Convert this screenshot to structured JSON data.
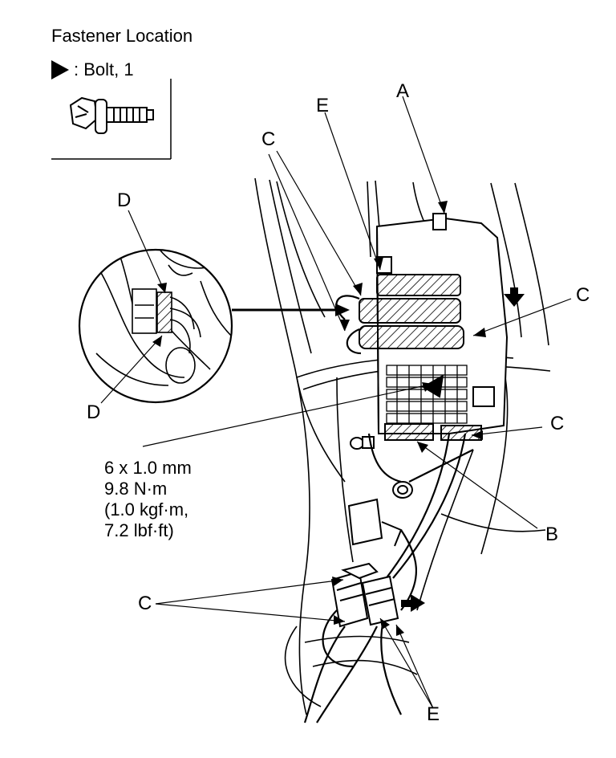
{
  "header": {
    "title": "Fastener Location",
    "legend_text": ": Bolt, 1"
  },
  "callouts": {
    "A": "A",
    "B": "B",
    "C": "C",
    "D": "D",
    "E": "E"
  },
  "torque_spec": {
    "size": "6 x 1.0 mm",
    "torque_nm": "9.8 N·m",
    "torque_kgf": "(1.0 kgf·m,",
    "torque_lbf": "7.2 lbf·ft)"
  },
  "icons": [
    "bolt-icon",
    "triangle-marker-icon",
    "arrow-down-icon",
    "arrow-right-icon"
  ],
  "colors": {
    "ink": "#000000",
    "background": "#ffffff"
  }
}
